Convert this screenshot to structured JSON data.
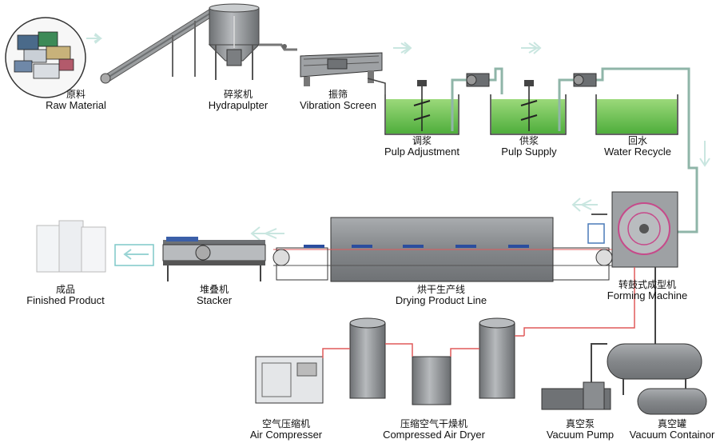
{
  "stations": {
    "raw_material": {
      "cn": "原料",
      "en": "Raw Material"
    },
    "hydrapulper": {
      "cn": "碎浆机",
      "en": "Hydrapulpter"
    },
    "vibration_screen": {
      "cn": "振筛",
      "en": "Vibration Screen"
    },
    "pulp_adjustment": {
      "cn": "调浆",
      "en": "Pulp Adjustment"
    },
    "pulp_supply": {
      "cn": "供浆",
      "en": "Pulp Supply"
    },
    "water_recycle": {
      "cn": "回水",
      "en": "Water Recycle"
    },
    "forming_machine": {
      "cn": "转鼓式成型机",
      "en": "Forming Machine"
    },
    "drying_line": {
      "cn": "烘干生产线",
      "en": "Drying Product Line"
    },
    "stacker": {
      "cn": "堆叠机",
      "en": "Stacker"
    },
    "finished_product": {
      "cn": "成品",
      "en": "Finished Product"
    },
    "air_compressor": {
      "cn": "空气压缩机",
      "en": "Air Compresser"
    },
    "air_dryer": {
      "cn": "压缩空气干燥机",
      "en": "Compressed Air Dryer"
    },
    "vacuum_pump": {
      "cn": "真空泵",
      "en": "Vacuum Pump"
    },
    "vacuum_container": {
      "cn": "真空罐",
      "en": "Vacuum Containor"
    }
  },
  "colors": {
    "tank_water": "#7cc95a",
    "pipe": "#8fb5a8",
    "air_line": "#e05a5a",
    "arrow": "#c9e6e0",
    "steel": "#8a8d90",
    "dark_steel": "#5b5e61"
  }
}
